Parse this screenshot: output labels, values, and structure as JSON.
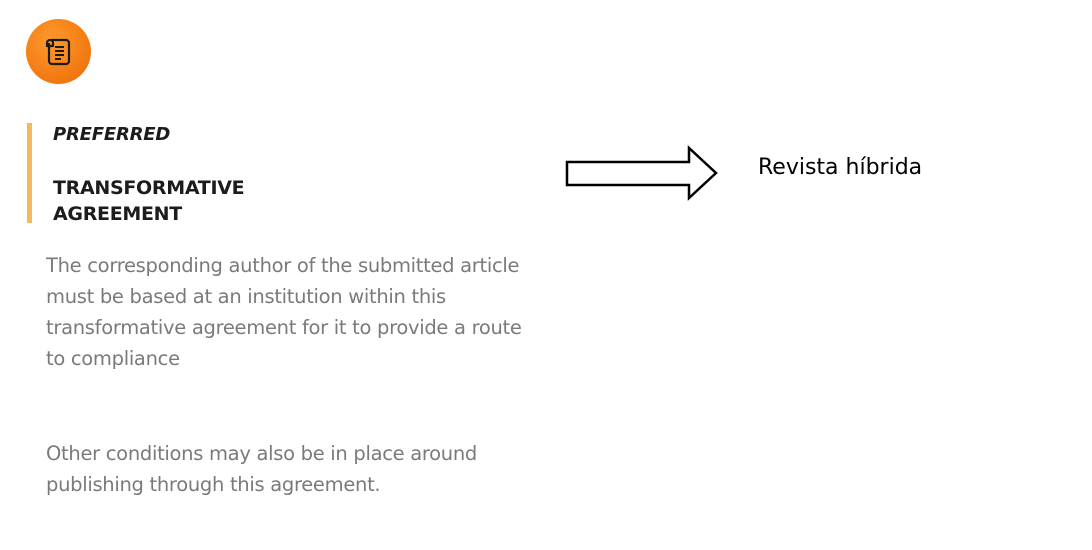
{
  "agreement": {
    "icon": "scroll-document-icon",
    "accent_color": "#f7b75a",
    "badge_color": "#f47c14",
    "status": "PREFERRED",
    "title": "TRANSFORMATIVE AGREEMENT",
    "description": "The corresponding author of the submitted article must be based at an institution within this transformative agreement for it to provide a route to compliance",
    "note": "Other conditions may also be in place around publishing through this agreement."
  },
  "annotation": {
    "arrow_icon": "right-arrow-icon",
    "label": "Revista híbrida"
  }
}
